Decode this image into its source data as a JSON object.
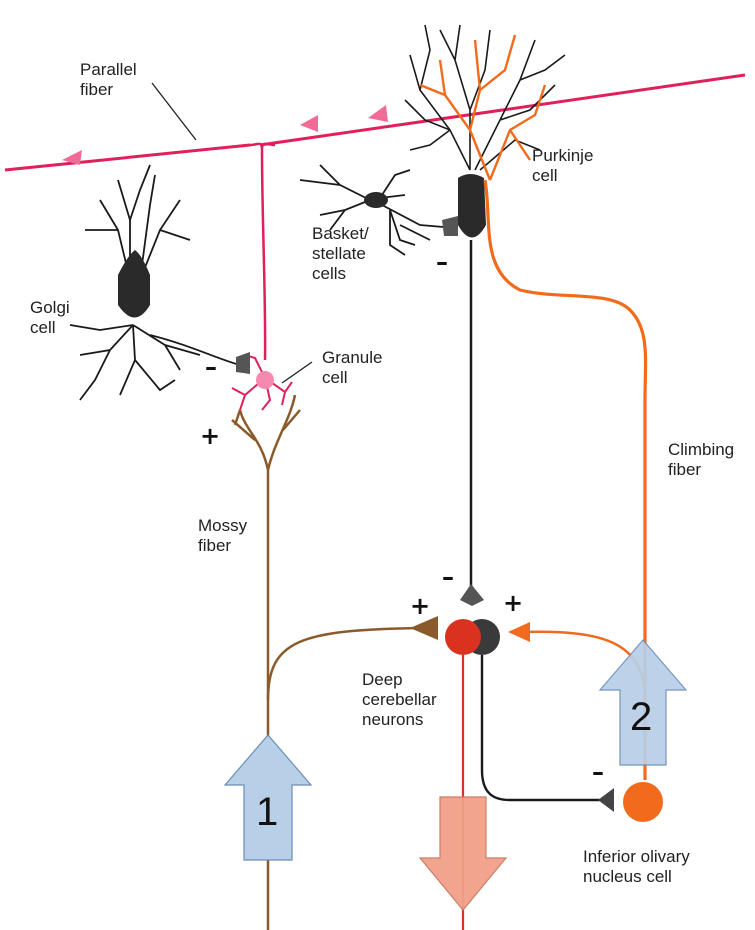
{
  "labels": {
    "parallel_fiber": "Parallel\nfiber",
    "purkinje_cell": "Purkinje\ncell",
    "basket_stellate": "Basket/\nstellate\ncells",
    "golgi_cell": "Golgi\ncell",
    "granule_cell": "Granule\ncell",
    "climbing_fiber": "Climbing\nfiber",
    "mossy_fiber": "Mossy\nfiber",
    "deep_cerebellar": "Deep\ncerebellar\nneurons",
    "inferior_olivary": "Inferior olivary\nnucleus cell"
  },
  "signs": {
    "basket_minus": "–",
    "golgi_minus": "–",
    "mossy_plus": "+",
    "purkinje_minus": "–",
    "deep_left_plus": "+",
    "deep_right_plus": "+",
    "olive_minus": "–"
  },
  "arrows": {
    "arrow_1": "1",
    "arrow_2": "2"
  },
  "colors": {
    "parallel_fiber": "#e0205a",
    "climbing_fiber": "#f26a1b",
    "mossy_fiber": "#8a5a2b",
    "cell_dark": "#333333",
    "input_arrow_fill": "#b8cfe8",
    "output_arrow_fill": "#f2a08a"
  }
}
